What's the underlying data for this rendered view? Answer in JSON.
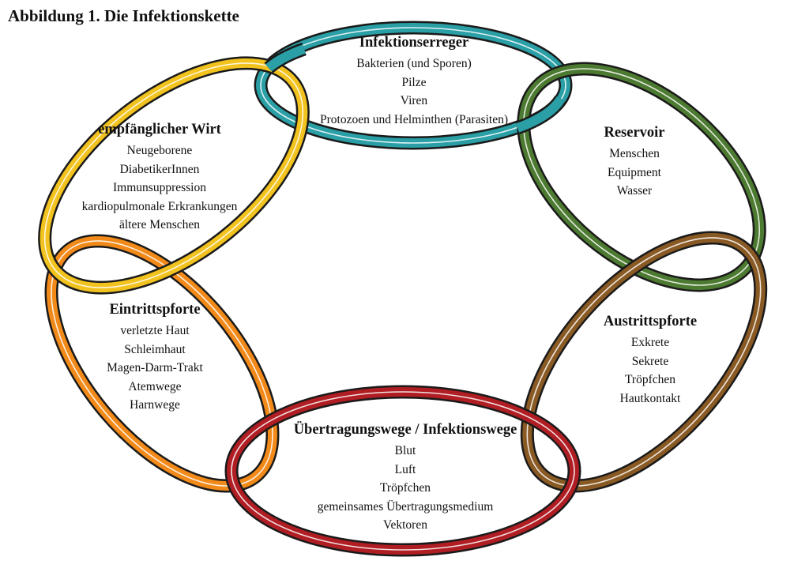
{
  "figure_title": "Abbildung 1. Die Infektionskette",
  "colors": {
    "erreger": "#2a9fa6",
    "reservoir": "#4c7a30",
    "austritt": "#8a5a24",
    "uebertragung": "#b01e24",
    "eintritt": "#f28a1a",
    "wirt": "#f2c21e"
  },
  "links": [
    {
      "id": "erreger",
      "title": "Infektionserreger",
      "items": [
        "Bakterien (und Sporen)",
        "Pilze",
        "Viren",
        "Protozoen und Helminthen (Parasiten)"
      ]
    },
    {
      "id": "reservoir",
      "title": "Reservoir",
      "items": [
        "Menschen",
        "Equipment",
        "Wasser"
      ]
    },
    {
      "id": "austritt",
      "title": "Austrittspforte",
      "items": [
        "Exkrete",
        "Sekrete",
        "Tröpfchen",
        "Hautkontakt"
      ]
    },
    {
      "id": "uebertragung",
      "title": "Übertragungswege / Infektionswege",
      "items": [
        "Blut",
        "Luft",
        "Tröpfchen",
        "gemeinsames Übertragungsmedium",
        "Vektoren"
      ]
    },
    {
      "id": "eintritt",
      "title": "Eintrittspforte",
      "items": [
        "verletzte Haut",
        "Schleimhaut",
        "Magen-Darm-Trakt",
        "Atemwege",
        "Harnwege"
      ]
    },
    {
      "id": "wirt",
      "title": "empfänglicher Wirt",
      "items": [
        "Neugeborene",
        "DiabetikerInnen",
        "Immunsuppression",
        "kardiopulmonale Erkrankungen",
        "ältere Menschen"
      ]
    }
  ]
}
